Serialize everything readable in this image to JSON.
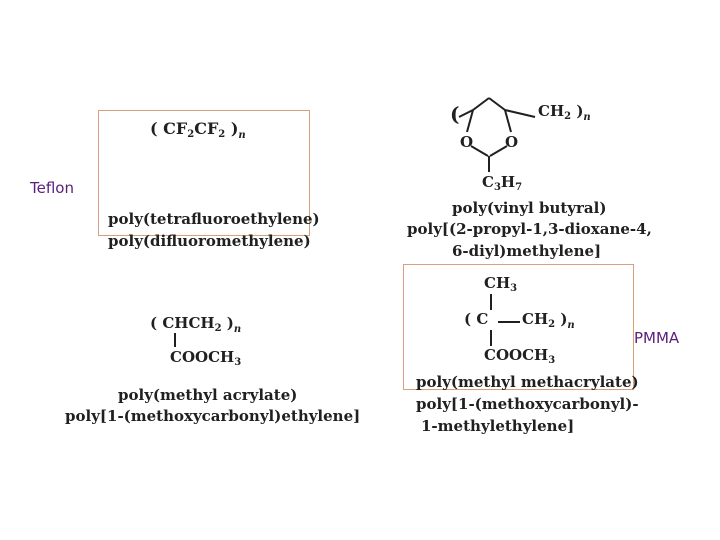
{
  "labels": {
    "teflon": "Teflon",
    "pmma": "PMMA"
  },
  "colors": {
    "label_text": "#5a1f7a",
    "frame": "#d8a07c",
    "structure_ink": "#202020"
  },
  "ptfe": {
    "name1": "poly(tetrafluoroethylene)",
    "name2": "poly(difluoromethylene)"
  },
  "pvb": {
    "ch2": "CH",
    "ch2_sub": "2",
    "o_left": "O",
    "o_right": "O",
    "c3h7": "C",
    "c3h7_sub1": "3",
    "c3h7_h": "H",
    "c3h7_sub2": "7",
    "name1": "poly(vinyl butyral)",
    "name2": "poly[(2-propyl-1,3-dioxane-4,",
    "name3": "6-diyl)methylene]"
  },
  "pma": {
    "chch2": "CHCH",
    "chch2_sub": "2",
    "cooch3": "COOCH",
    "cooch3_sub": "3",
    "name1": "poly(methyl acrylate)",
    "name2": "poly[1-(methoxycarbonyl)ethylene]"
  },
  "pmma": {
    "ch3_top": "CH",
    "ch3_top_sub": "3",
    "c": "C",
    "ch2": "CH",
    "ch2_sub": "2",
    "cooch3": "COOCH",
    "cooch3_sub": "3",
    "name1": "poly(methyl methacrylate)",
    "name2": "poly[1-(methoxycarbonyl)-",
    "name3": "1-methylethylene]"
  },
  "repeat_index": "n"
}
